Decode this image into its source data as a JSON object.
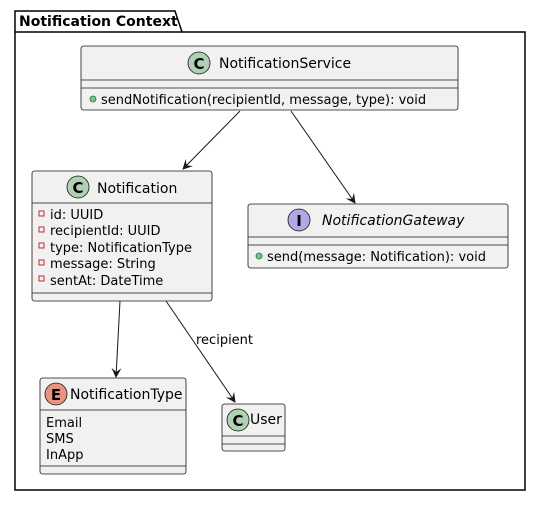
{
  "package": {
    "name": "Notification Context"
  },
  "classes": {
    "notification_service": {
      "kind": "C",
      "name": "NotificationService",
      "attributes": [],
      "methods": [
        "sendNotification(recipientId, message, type): void"
      ]
    },
    "notification": {
      "kind": "C",
      "name": "Notification",
      "attributes": [
        "id: UUID",
        "recipientId: UUID",
        "type: NotificationType",
        "message: String",
        "sentAt: DateTime"
      ],
      "methods": []
    },
    "notification_gateway": {
      "kind": "I",
      "name": "NotificationGateway",
      "attributes": [],
      "methods": [
        "send(message: Notification): void"
      ]
    },
    "notification_type": {
      "kind": "E",
      "name": "NotificationType",
      "values": [
        "Email",
        "SMS",
        "InApp"
      ]
    },
    "user": {
      "kind": "C",
      "name": "User"
    }
  },
  "relations": [
    {
      "from": "NotificationService",
      "to": "Notification",
      "label": ""
    },
    {
      "from": "NotificationService",
      "to": "NotificationGateway",
      "label": ""
    },
    {
      "from": "Notification",
      "to": "NotificationType",
      "label": ""
    },
    {
      "from": "Notification",
      "to": "User",
      "label": "recipient"
    }
  ],
  "colors": {
    "box_fill": "#f1f1f1",
    "border": "#181818",
    "class_badge": "#add1b2",
    "interface_badge": "#b4a7e5",
    "enum_badge": "#eb937f",
    "private_marker": "#c82930",
    "public_marker": "#84be84"
  }
}
